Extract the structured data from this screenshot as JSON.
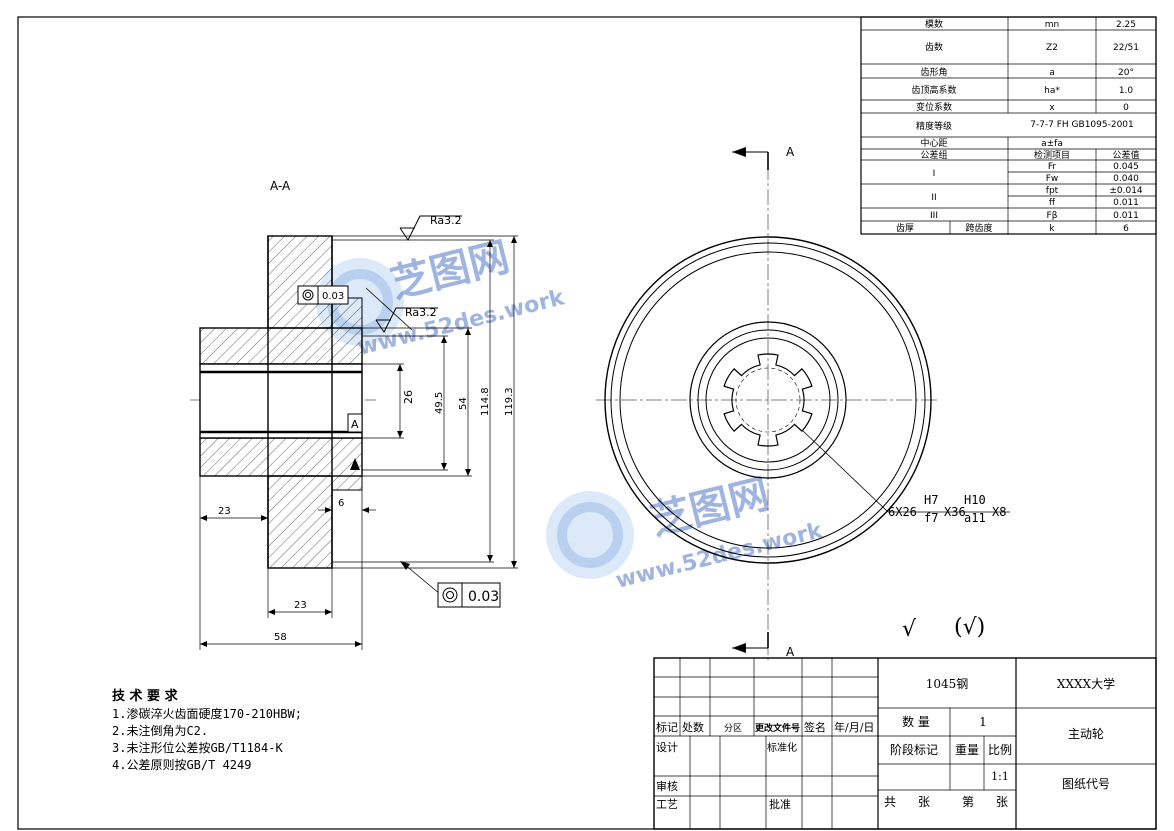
{
  "section_label": "A-A",
  "view_label": "A",
  "surface_finish": [
    "Ra3.2",
    "Ra3.2"
  ],
  "datum_label": "A",
  "tolerance_values": [
    "0.03",
    "0.03"
  ],
  "dimensions": {
    "d26": "26",
    "d49_5": "49.5",
    "d54": "54",
    "d114_8": "114.8",
    "d119_3": "119.3",
    "len23a": "23",
    "len6": "6",
    "len23b": "23",
    "len58": "58"
  },
  "spline": {
    "prefix": "6X26",
    "fit1_top": "H7",
    "fit1_bot": "f7",
    "mid": "X36",
    "fit2_top": "H10",
    "fit2_bot": "a11",
    "suffix": "X8"
  },
  "finish_marks": {
    "main": "√",
    "paren": "(√)"
  },
  "watermark": {
    "brand": "芝图网",
    "url": "www.52des.work"
  },
  "gear_params": [
    {
      "name": "模数",
      "symbol": "mn",
      "value": "2.25"
    },
    {
      "name": "齿数",
      "symbol": "Z2",
      "value": "22/51"
    },
    {
      "name": "齿形角",
      "symbol": "a",
      "value": "20°"
    },
    {
      "name": "齿顶高系数",
      "symbol": "ha*",
      "value": "1.0"
    },
    {
      "name": "变位系数",
      "symbol": "x",
      "value": "0"
    },
    {
      "name": "精度等级",
      "value": "7-7-7 FH GB1095-2001"
    },
    {
      "name": "中心距",
      "value": "a±fa"
    }
  ],
  "tolerance_table": {
    "header": [
      "公差组",
      "检测项目",
      "公差值"
    ],
    "groups": [
      {
        "group": "I",
        "items": [
          {
            "item": "Fr",
            "value": "0.045"
          },
          {
            "item": "Fw",
            "value": "0.040"
          }
        ]
      },
      {
        "group": "II",
        "items": [
          {
            "item": "fpt",
            "value": "±0.014"
          },
          {
            "item": "ff",
            "value": "0.011"
          }
        ]
      },
      {
        "group": "III",
        "items": [
          {
            "item": "Fβ",
            "value": "0.011"
          }
        ]
      }
    ],
    "footer": {
      "name": "齿厚",
      "sub": "跨齿度",
      "symbol": "k",
      "value": "6"
    }
  },
  "tech_req": {
    "title": "技 术 要 求",
    "items": [
      "1.渗碳淬火齿面硬度170-210HBW;",
      "2.未注倒角为C2.",
      "3.未注形位公差按GB/T1184-K",
      "4.公差原则按GB/T 4249"
    ]
  },
  "title_block": {
    "material": "1045钢",
    "school": "XXXX大学",
    "part_name": "主动轮",
    "quantity_label": "数 量",
    "quantity": "1",
    "stage_label": "阶段标记",
    "weight_label": "重量",
    "scale_label": "比例",
    "scale": "1:1",
    "drawing_no_label": "图纸代号",
    "total_sheets": "共",
    "sheets_unit": "张",
    "sheet_no": "第",
    "sheet_unit": "张",
    "rev_headers": [
      "标记",
      "处数",
      "分区",
      "更改文件号",
      "签名",
      "年/月/日"
    ],
    "design": "设计",
    "standard": "标准化",
    "review": "审核",
    "process": "工艺",
    "approve": "批准"
  }
}
